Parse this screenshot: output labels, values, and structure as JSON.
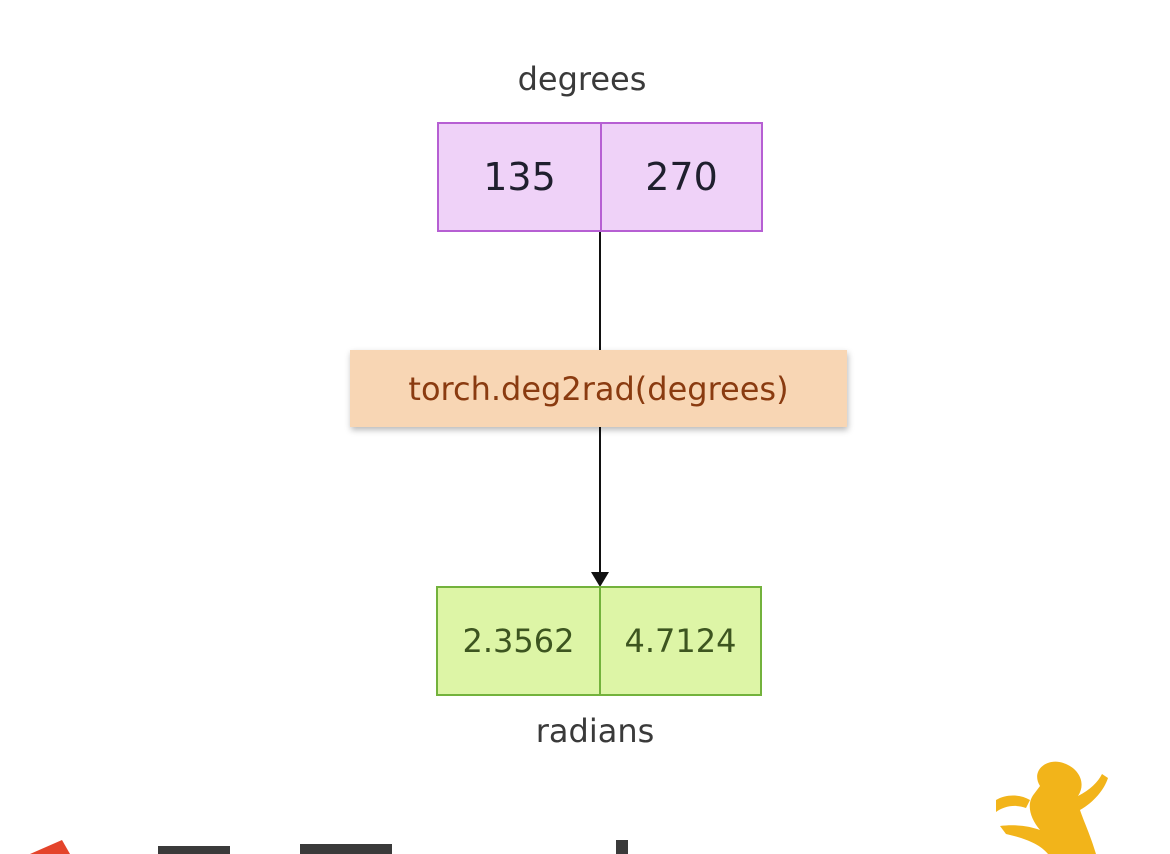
{
  "input_array": {
    "label": "degrees",
    "values": [
      "135",
      "270"
    ]
  },
  "function": {
    "call": "torch.deg2rad(degrees)"
  },
  "output_array": {
    "label": "radians",
    "values": [
      "2.3562",
      "4.7124"
    ]
  },
  "colors": {
    "input_fill": "#efd2f8",
    "input_border": "#b65fd3",
    "function_fill": "#f8d6b4",
    "function_text": "#8a3b10",
    "output_fill": "#ddf5a6",
    "output_border": "#73b23c",
    "arrow": "#111111",
    "watermark_red": "#e4442b",
    "watermark_dark": "#3a3a3a",
    "watermark_gold": "#f2b41a"
  }
}
